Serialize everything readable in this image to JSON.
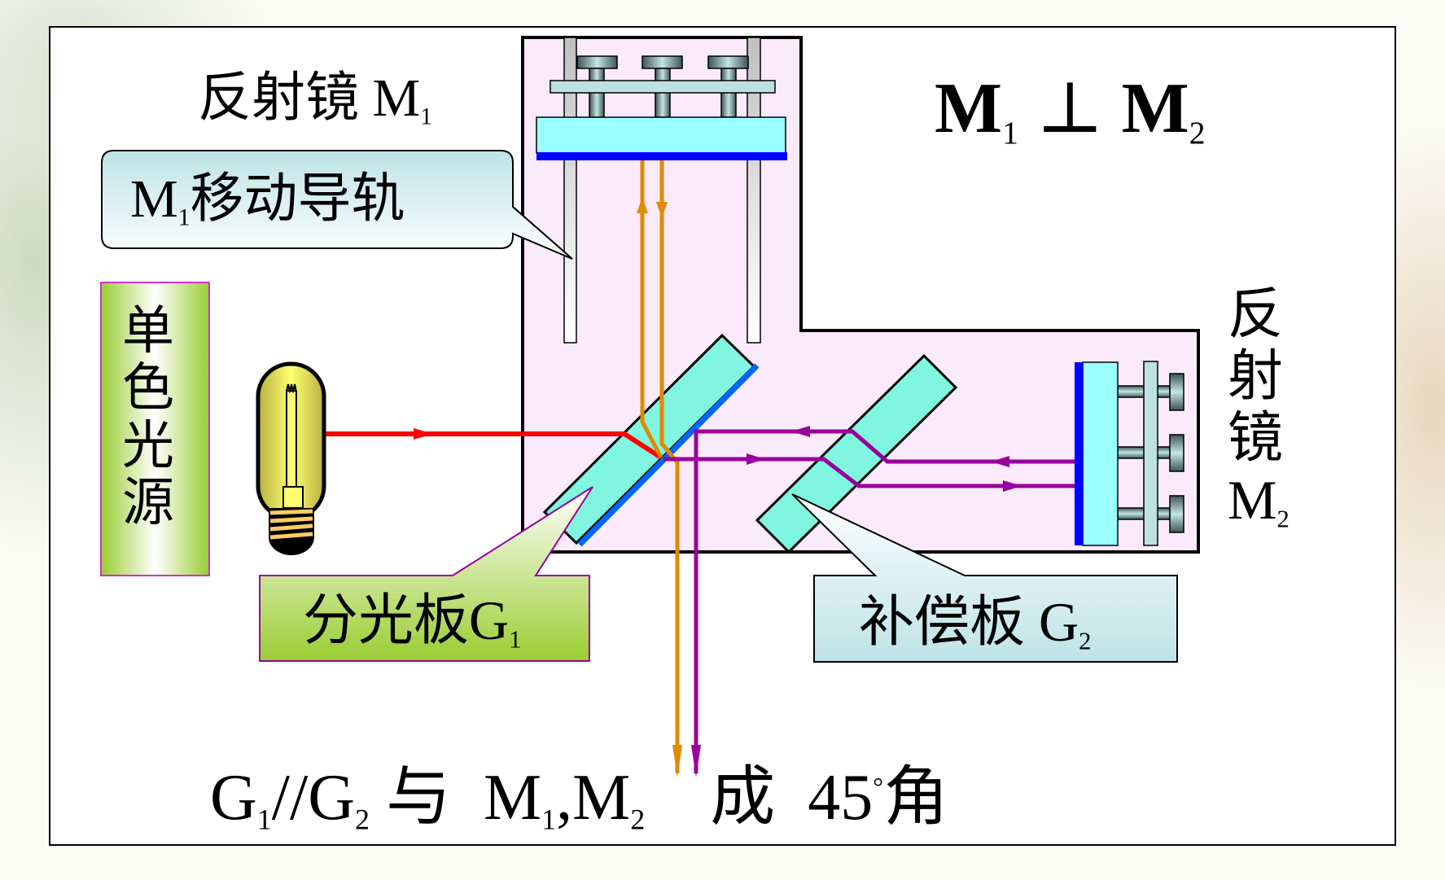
{
  "labels": {
    "mirror_m1": {
      "text": "反射镜 M",
      "sub": "1"
    },
    "perpendicular": {
      "left": "M",
      "left_sub": "1",
      "symbol": "⊥",
      "right": "M",
      "right_sub": "2"
    },
    "rail_callout": {
      "text": "移动导轨",
      "prefix": "M",
      "prefix_sub": "1"
    },
    "light_source": {
      "chars": [
        "单",
        "色",
        "光",
        "源"
      ]
    },
    "mirror_m2": {
      "chars": [
        "反",
        "射",
        "镜"
      ],
      "symbol": "M",
      "sub": "2"
    },
    "beam_splitter": {
      "text": "分光板",
      "symbol": "G",
      "sub": "1"
    },
    "compensator": {
      "text": "补偿板 ",
      "symbol": "G",
      "sub": "2"
    },
    "bottom_statement": {
      "g1": "G",
      "g1_sub": "1",
      "parallel": "//",
      "g2": "G",
      "g2_sub": "2",
      "with": "与",
      "m1": "M",
      "m1_sub": "1",
      "comma": ",",
      "m2": "M",
      "m2_sub": "2",
      "forms": "成",
      "angle": "45",
      "degree": "°",
      "angle_word": "角"
    }
  },
  "colors": {
    "apparatus_bg": "#fbeafb",
    "glass_plate": "#80f5e0",
    "mirror_body": "#99ffff",
    "mirror_coating": "#0000ff",
    "splitter_coating": "#0066ff",
    "source_beam": "#ff0000",
    "arm1_beam": "#e08a00",
    "arm2_beam": "#990099",
    "rail": "#c0c0c0",
    "source_label_green": "#9acd32",
    "callout_cyan": "#bde3e6"
  },
  "icons": {
    "lamp": "light-bulb-icon",
    "adjust_screw": "screw-knob-icon"
  }
}
